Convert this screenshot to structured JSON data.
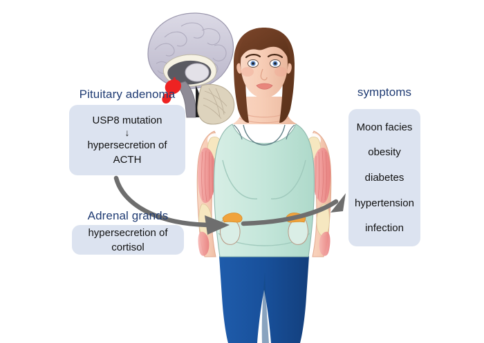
{
  "figure": {
    "title": "Cushing disease pathway diagram",
    "background_color": "#ffffff"
  },
  "palette": {
    "panel_fill": "#dce3f0",
    "heading_text": "#1f3b73",
    "body_text": "#111111",
    "arrow": "#6e6e6e",
    "skin": "#f7cdb6",
    "skin_shadow": "#edb69c",
    "hair": "#6b3b23",
    "top_green": "#c9e7dc",
    "pants_blue": "#18509b",
    "muscle_pink": "#f09a9a",
    "bone_cream": "#f6e7c0",
    "adrenal_orange": "#f0a33c",
    "brain_grey": "#c9c6d6",
    "pituitary_red": "#ee2222",
    "cerebellum_tan": "#ddd3bd",
    "eye_blue": "#5b86c4",
    "lips": "#e8867c"
  },
  "pituitary": {
    "heading": "Pituitary adenoma",
    "lines": [
      "USP8 mutation",
      "↓",
      "hypersecretion of",
      "ACTH"
    ]
  },
  "adrenal": {
    "heading": "Adrenal grands",
    "lines": [
      "hypersecretion of",
      "cortisol"
    ]
  },
  "symptoms": {
    "heading": "symptoms",
    "items": [
      "Moon facies",
      "obesity",
      "diabetes",
      "hypertension",
      "infection"
    ]
  },
  "illustration": {
    "brain_label": "sagittal-brain-cross-section",
    "pituitary_marker": "red-pituitary-adenoma",
    "patient_label": "female-patient-cushing-features",
    "anatomy_overlays": [
      "left-arm-muscles-and-bone",
      "right-arm-muscles-and-bone",
      "left-kidney-with-adrenal-gland",
      "right-kidney-with-adrenal-gland"
    ]
  },
  "arrows": [
    {
      "name": "pituitary-to-adrenal-arrow",
      "from": "pituitary-panel",
      "to": "adrenal-gland-region"
    },
    {
      "name": "adrenal-to-symptoms-arrow",
      "from": "adrenal-gland-region",
      "to": "symptoms-panel"
    }
  ]
}
